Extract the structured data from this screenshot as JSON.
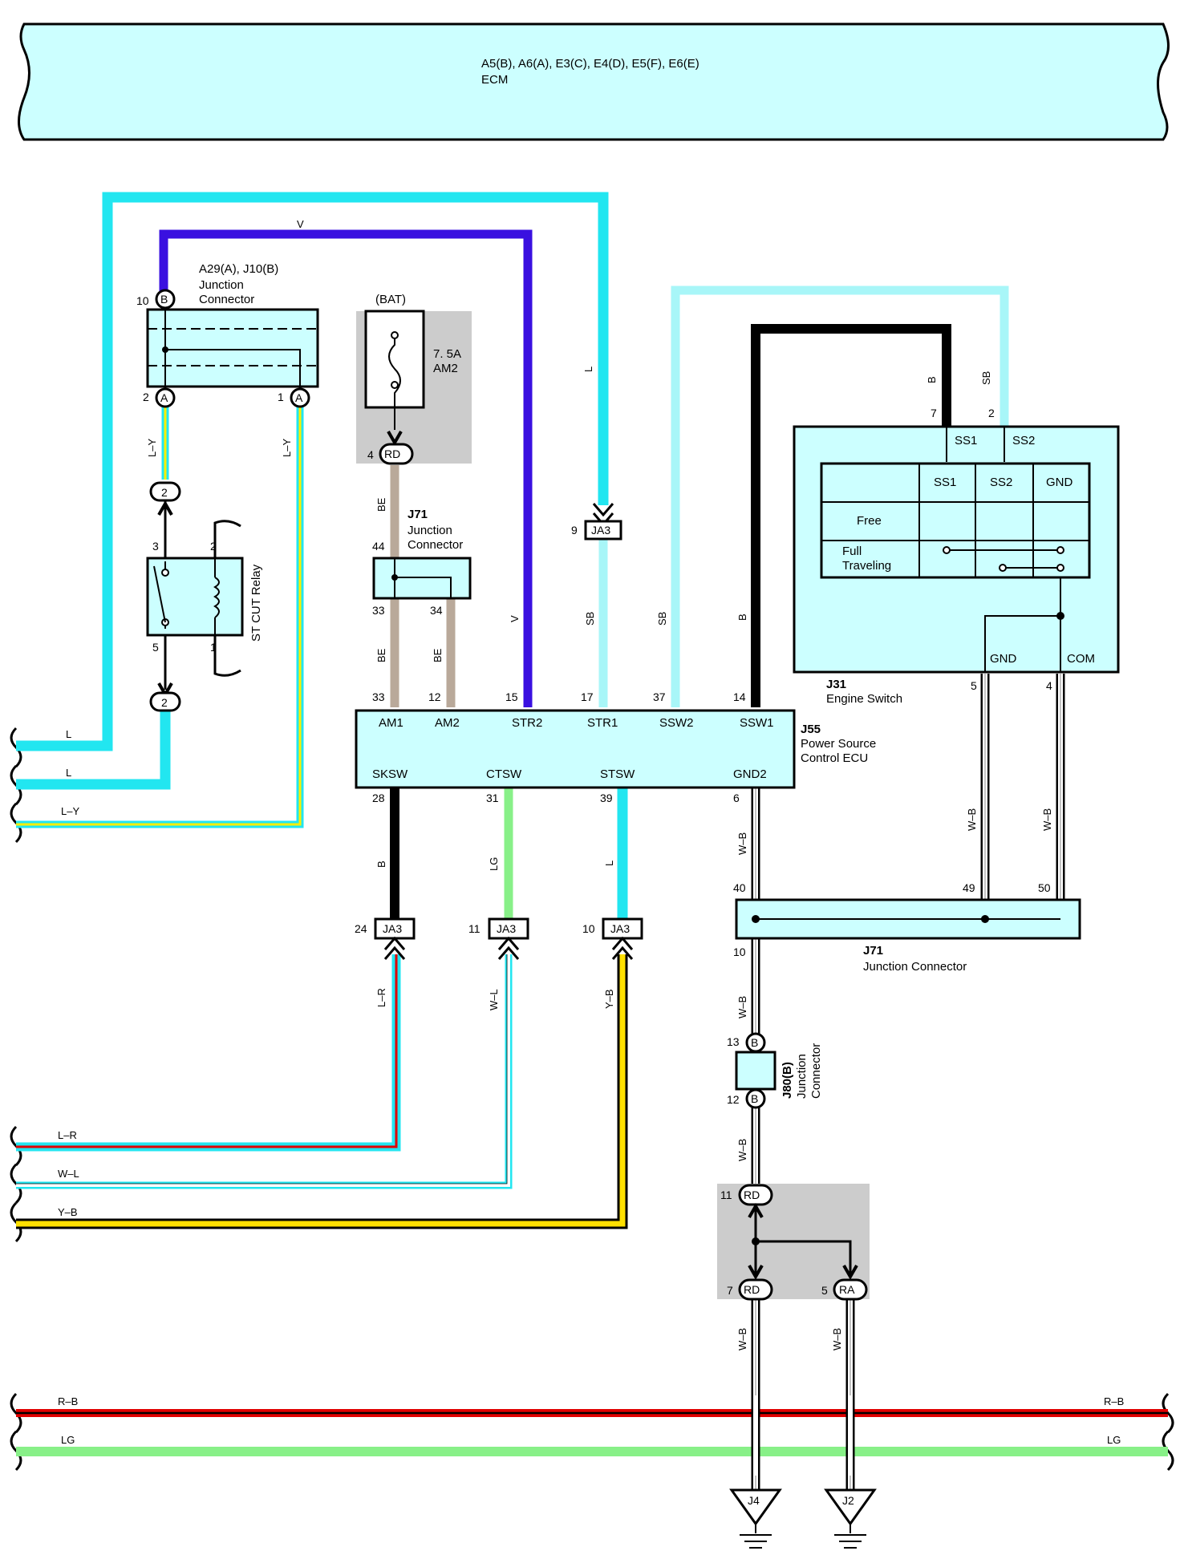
{
  "ecm": {
    "connectors": "A5(B), A6(A), E3(C), E4(D), E5(F), E6(E)",
    "name": "ECM"
  },
  "colors": {
    "L": "#22e6f0",
    "LY_blue": "#22e6f0",
    "LY_yellow": "#ffee00",
    "V": "#3a10e0",
    "SB": "#a8f6f8",
    "B": "#000000",
    "BE": "#b9a99a",
    "LG": "#88f088",
    "WB": "#9a9a9a",
    "R": "#e00000",
    "Y": "#ffe000",
    "box": "#ccffff",
    "gray": "#cccccc"
  },
  "wires": {
    "top_L": "L",
    "top_V": "V",
    "mid_L": "L",
    "SB_right": "SB",
    "B_right": "B",
    "LY_left": "L–Y",
    "LY_right": "L–Y",
    "BE_top": "BE",
    "BE_33": "BE",
    "BE_34": "BE",
    "V_mid": "V",
    "SB_mid1": "SB",
    "SB_mid2": "SB",
    "B_mid": "B",
    "left_L1": "L",
    "left_L2": "L",
    "left_LY": "L–Y",
    "B_sksw": "B",
    "LG_ctsw": "LG",
    "L_stsw": "L",
    "WB_gnd2": "W–B",
    "WB_j31a": "W–B",
    "WB_j31b": "W–B",
    "WB_10": "W–B",
    "WB_12": "W–B",
    "WB_7": "W–B",
    "WB_5": "W–B",
    "LR_v": "L–R",
    "WL_v": "W–L",
    "YB_v": "Y–B",
    "LR_h": "L–R",
    "WL_h": "W–L",
    "YB_h": "Y–B",
    "RB_l": "R–B",
    "RB_r": "R–B",
    "LG_l": "LG",
    "LG_r": "LG"
  },
  "a29": {
    "title": "A29(A), J10(B)",
    "line1": "Junction",
    "line2": "Connector",
    "p10": "10",
    "p2": "2",
    "p1": "1",
    "cB": "B",
    "cA1": "A",
    "cA2": "A"
  },
  "relay": {
    "name": "ST CUT Relay",
    "p3": "3",
    "p2": "2",
    "p5": "5",
    "p1": "1",
    "ia": "2",
    "ib": "2"
  },
  "fuse": {
    "bat": "(BAT)",
    "rating": "7. 5A",
    "name": "AM2",
    "p4": "4",
    "conn": "RD"
  },
  "j71top": {
    "name": "J71",
    "line1": "Junction",
    "line2": "Connector",
    "p44": "44",
    "p33": "33",
    "p34": "34"
  },
  "ja3_top": {
    "pin": "9",
    "label": "JA3"
  },
  "j31": {
    "name": "J31",
    "desc": "Engine Switch",
    "p7": "7",
    "p2": "2",
    "p5": "5",
    "p4": "4",
    "ss1": "SS1",
    "ss2": "SS2",
    "gnd": "GND",
    "com": "COM",
    "col_ss1": "SS1",
    "col_ss2": "SS2",
    "col_gnd": "GND",
    "free": "Free",
    "full1": "Full",
    "full2": "Traveling"
  },
  "j55": {
    "name": "J55",
    "desc1": "Power Source",
    "desc2": "Control ECU",
    "top_pins": [
      "33",
      "12",
      "15",
      "17",
      "37",
      "14"
    ],
    "top_labels": [
      "AM1",
      "AM2",
      "STR2",
      "STR1",
      "SSW2",
      "SSW1"
    ],
    "bot_pins": [
      "28",
      "31",
      "39",
      "6"
    ],
    "bot_labels": [
      "SKSW",
      "CTSW",
      "STSW",
      "GND2"
    ]
  },
  "ja3_bottom": [
    {
      "pin": "24",
      "label": "JA3"
    },
    {
      "pin": "11",
      "label": "JA3"
    },
    {
      "pin": "10",
      "label": "JA3"
    }
  ],
  "j71bot": {
    "name": "J71",
    "desc": "Junction Connector",
    "p40": "40",
    "p49": "49",
    "p50": "50",
    "p10": "10"
  },
  "j80": {
    "name": "J80(B)",
    "line1": "Junction",
    "line2": "Connector",
    "p13": "13",
    "p12": "12",
    "c1": "B",
    "c2": "B"
  },
  "rd": {
    "p11": "11",
    "p7": "7",
    "p5": "5",
    "c11": "RD",
    "c7": "RD",
    "c5": "RA"
  },
  "grounds": {
    "g1": "J4",
    "g2": "J2"
  }
}
